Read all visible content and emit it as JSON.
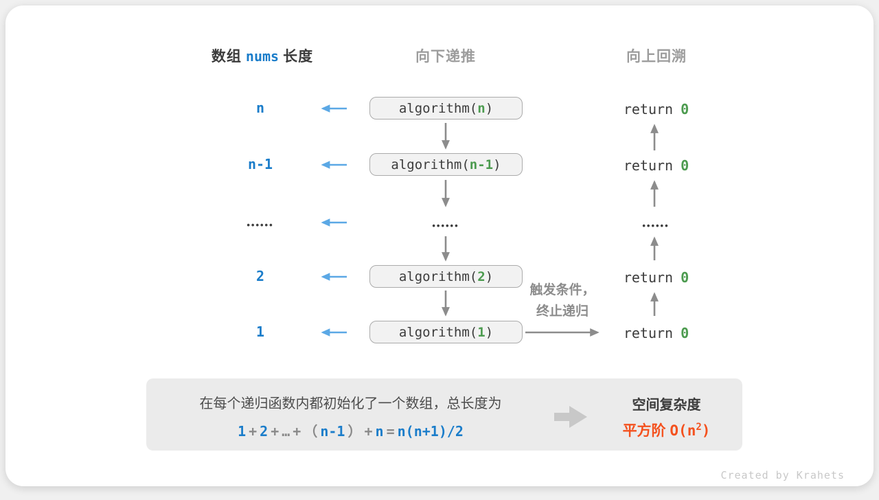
{
  "colors": {
    "pageBg": "#f0f0f0",
    "cardBg": "#ffffff",
    "darkText": "#3c3c3c",
    "grayHeader": "#9d9d9d",
    "grayArrow": "#8c8c8c",
    "grayLabel": "#8c8c8c",
    "blue": "#1b7dca",
    "arrowBlue": "#5ba8e5",
    "green": "#4c9b4f",
    "orange": "#f4511e",
    "boxFill": "#f2f2f2",
    "boxBorder": "#ababab",
    "panelBg": "#ebebeb",
    "panelText": "#4c4c4c",
    "formulaGray": "#8a8a8a",
    "blockArrow": "#c8c8c8",
    "credit": "#c8c8c8"
  },
  "header": {
    "length_pre": "数组",
    "length_code": "nums",
    "length_post": "长度",
    "recurse_down": "向下递推",
    "backtrack_up": "向上回溯"
  },
  "rows": [
    {
      "length": "n",
      "call_pre": "algorithm(",
      "call_arg": "n",
      "call_post": ")",
      "ret_pre": "return",
      "ret_val": "0"
    },
    {
      "length": "n-1",
      "call_pre": "algorithm(",
      "call_arg": "n-1",
      "call_post": ")",
      "ret_pre": "return",
      "ret_val": "0"
    },
    {
      "length": "••••••",
      "mid": "••••••",
      "ret": "••••••"
    },
    {
      "length": "2",
      "call_pre": "algorithm(",
      "call_arg": "2",
      "call_post": ")",
      "ret_pre": "return",
      "ret_val": "0"
    },
    {
      "length": "1",
      "call_pre": "algorithm(",
      "call_arg": "1",
      "call_post": ")",
      "ret_pre": "return",
      "ret_val": "0"
    }
  ],
  "trigger": {
    "line1": "触发条件，",
    "line2": "终止递归"
  },
  "panel": {
    "line1": "在每个递归函数内都初始化了一个数组，总长度为",
    "formula": [
      {
        "t": "1"
      },
      {
        "t": "+"
      },
      {
        "t": "2"
      },
      {
        "t": "+"
      },
      {
        "t": "…"
      },
      {
        "t": "+"
      },
      {
        "t": "（"
      },
      {
        "t": "n-1"
      },
      {
        "t": "）"
      },
      {
        "t": "+"
      },
      {
        "t": "n"
      },
      {
        "t": "="
      },
      {
        "t": "n(n+1)/2"
      }
    ],
    "result_title": "空间复杂度",
    "result_value_cjk": "平方阶",
    "result_code_pre": "O(n",
    "result_sup": "2",
    "result_code_post": ")"
  },
  "credit": "Created by Krahets"
}
